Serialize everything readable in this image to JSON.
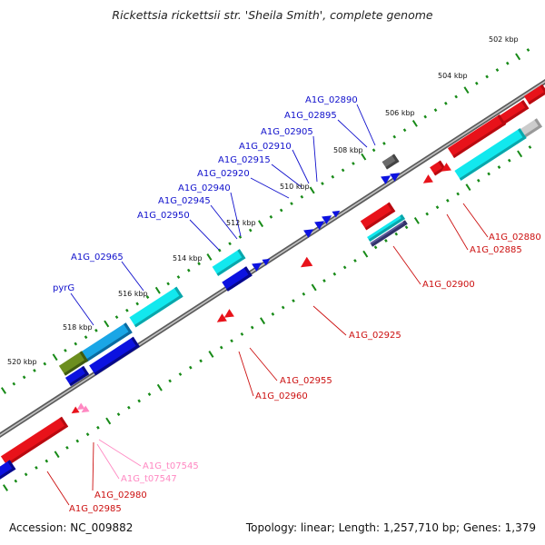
{
  "title": "Rickettsia rickettsii str. 'Sheila Smith', complete genome",
  "footer": {
    "accession": "Accession: NC_009882",
    "summary": "Topology: linear; Length: 1,257,710 bp; Genes: 1,379"
  },
  "colors": {
    "backbone": "#777777",
    "cds": "#e8121a",
    "cds_dark": "#b80a10",
    "gene": "#0c12e0",
    "gene_dark": "#06088a",
    "cyan": "#12e8ee",
    "cyan_dark": "#0aa6ab",
    "trna": "#ff88c2",
    "rrna": "#6c8e1e",
    "grey": "#cccccc",
    "dark_grey": "#6b6b6b",
    "ticks": "#178a17",
    "label_top": "#1010cc",
    "label_bottom": "#cc1010",
    "label_trna": "#ff88c2"
  },
  "scale_labels": [
    "502 kbp",
    "504 kbp",
    "506 kbp",
    "508 kbp",
    "510 kbp",
    "512 kbp",
    "514 kbp",
    "516 kbp",
    "518 kbp",
    "520 kbp"
  ],
  "top_labels": [
    "A1G_02890",
    "A1G_02895",
    "A1G_02905",
    "A1G_02910",
    "A1G_02915",
    "A1G_02920",
    "A1G_02940",
    "A1G_02945",
    "A1G_02950",
    "A1G_02965",
    "pyrG"
  ],
  "bottom_labels": [
    "A1G_02880",
    "A1G_02885",
    "A1G_02900",
    "A1G_02925",
    "A1G_02955",
    "A1G_02960",
    "A1G_02980",
    "A1G_02985"
  ],
  "trna_labels": [
    "A1G_t07545",
    "A1G_t07547"
  ]
}
